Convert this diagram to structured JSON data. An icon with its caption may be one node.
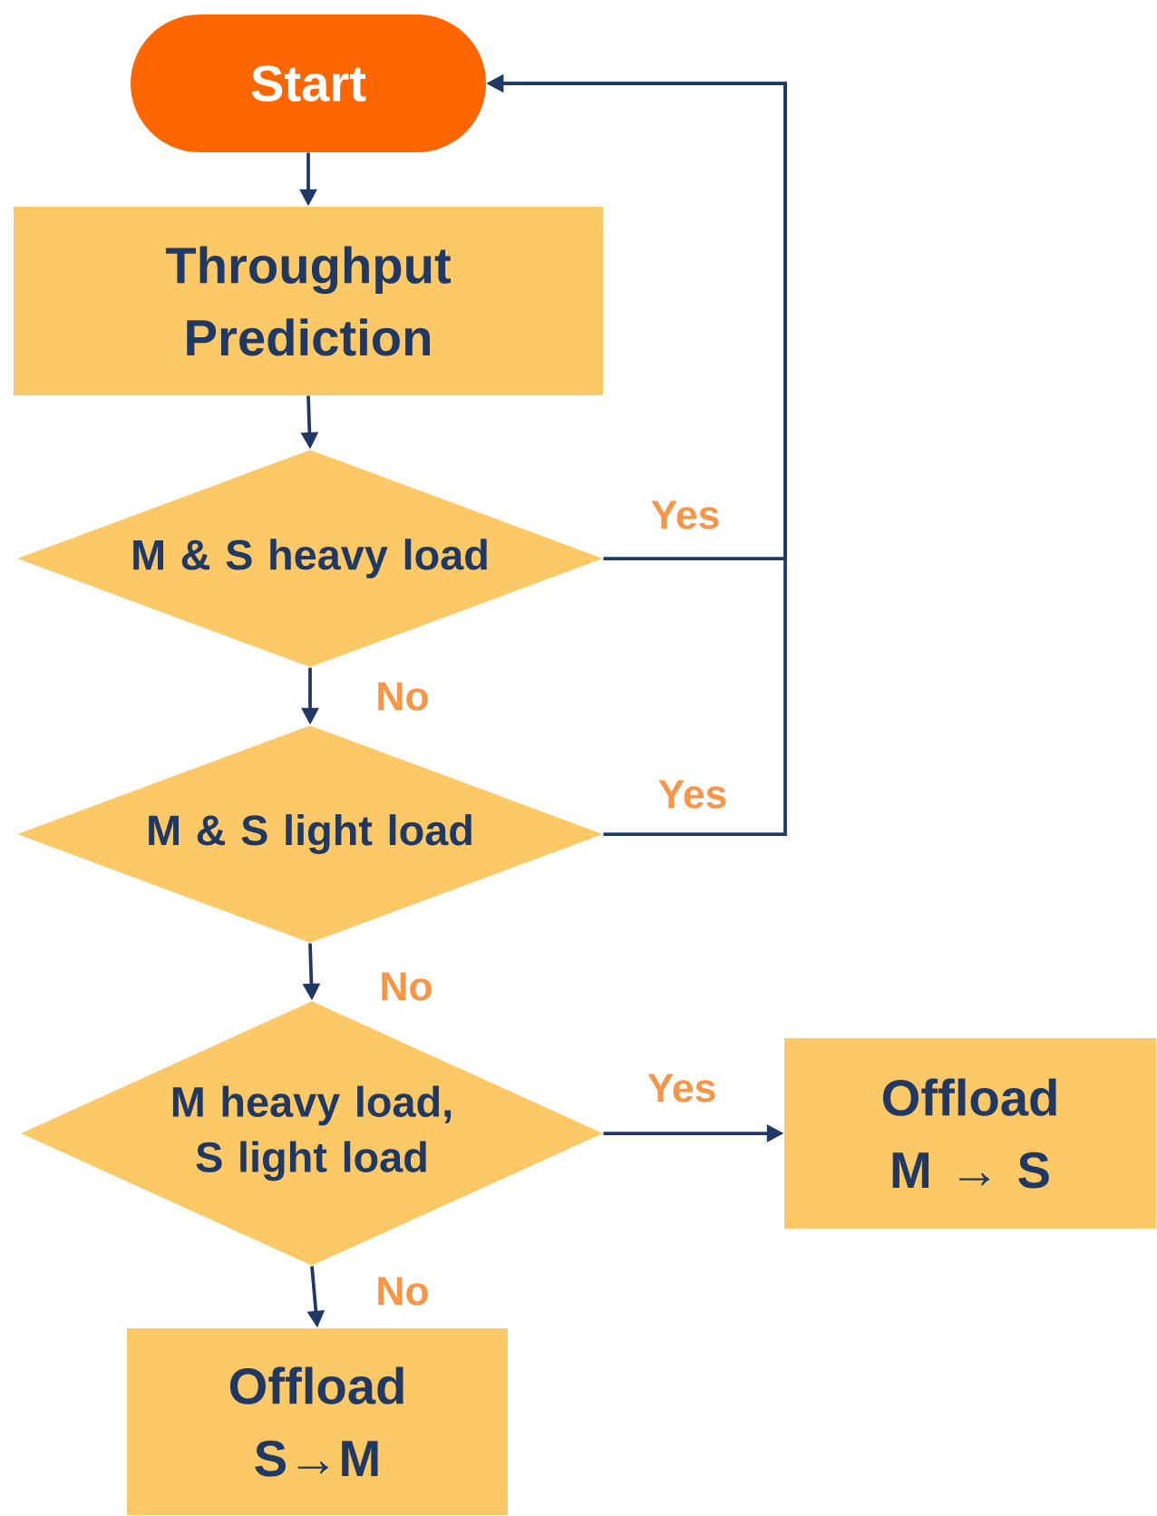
{
  "diagram": {
    "nodes": [
      {
        "text": [
          "Start"
        ]
      },
      {
        "text": [
          "Throughput Prediction"
        ]
      },
      {
        "text": [
          "M & S heavy load"
        ]
      },
      {
        "text": [
          "M & S light load"
        ]
      },
      {
        "text": [
          "M heavy load, S light load"
        ]
      },
      {
        "text": [
          "Offload M → S"
        ]
      },
      {
        "text": [
          "Offload S→M"
        ]
      }
    ],
    "edges": [
      {
        "from": 0,
        "to": 1,
        "arrow": "to"
      },
      {
        "from": 1,
        "to": 2,
        "arrow": "to"
      },
      {
        "from": 2,
        "to": 0,
        "arrow": "to",
        "label": "Yes"
      },
      {
        "from": 2,
        "to": 3,
        "arrow": "to",
        "label": "No"
      },
      {
        "from": 3,
        "to": 0,
        "arrow": "to",
        "label": "Yes"
      },
      {
        "from": 3,
        "to": 4,
        "arrow": "to",
        "label": "No"
      },
      {
        "from": 4,
        "to": 5,
        "arrow": "to",
        "label": "Yes"
      },
      {
        "from": 4,
        "to": 6,
        "arrow": "to",
        "label": "No"
      }
    ]
  }
}
